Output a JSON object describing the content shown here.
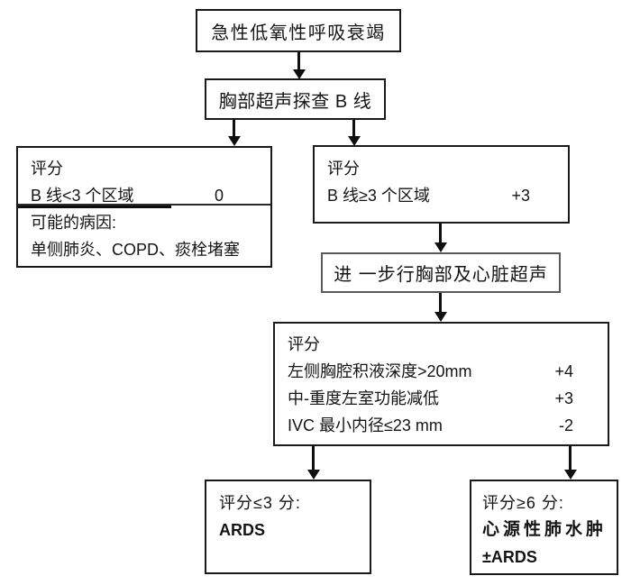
{
  "flowchart": {
    "nodes": {
      "start": {
        "text": "急性低氧性呼吸衰竭"
      },
      "b_line_exam": {
        "text": "胸部超声探查 B 线"
      },
      "left_score": {
        "title": "评分",
        "row_label": "B 线<3 个区域",
        "row_value": "0",
        "causes_title": "可能的病因:",
        "causes": "单侧肺炎、COPD、痰栓堵塞"
      },
      "right_score": {
        "title": "评分",
        "row_label": "B 线≥3 个区域",
        "row_value": "+3"
      },
      "further_exam": {
        "text": "进 一步行胸部及心脏超声"
      },
      "detail_score": {
        "title": "评分",
        "rows": [
          {
            "label": "左侧胸腔积液深度>20mm",
            "value": "+4"
          },
          {
            "label": "中-重度左室功能减低",
            "value": "+3"
          },
          {
            "label": "IVC 最小内径≤23 mm",
            "value": "-2"
          }
        ]
      },
      "result_ards": {
        "line1": "评分≤3 分:",
        "line2": "ARDS"
      },
      "result_cardiogenic": {
        "line1": "评分≥6 分:",
        "line2": "心源性肺水肿",
        "line3": "±ARDS"
      }
    },
    "colors": {
      "line": "#0e0e0e",
      "box_border": "#1a1a1a",
      "further_box_border": "#5a5a5a",
      "background": "#ffffff",
      "text": "#141414"
    }
  }
}
